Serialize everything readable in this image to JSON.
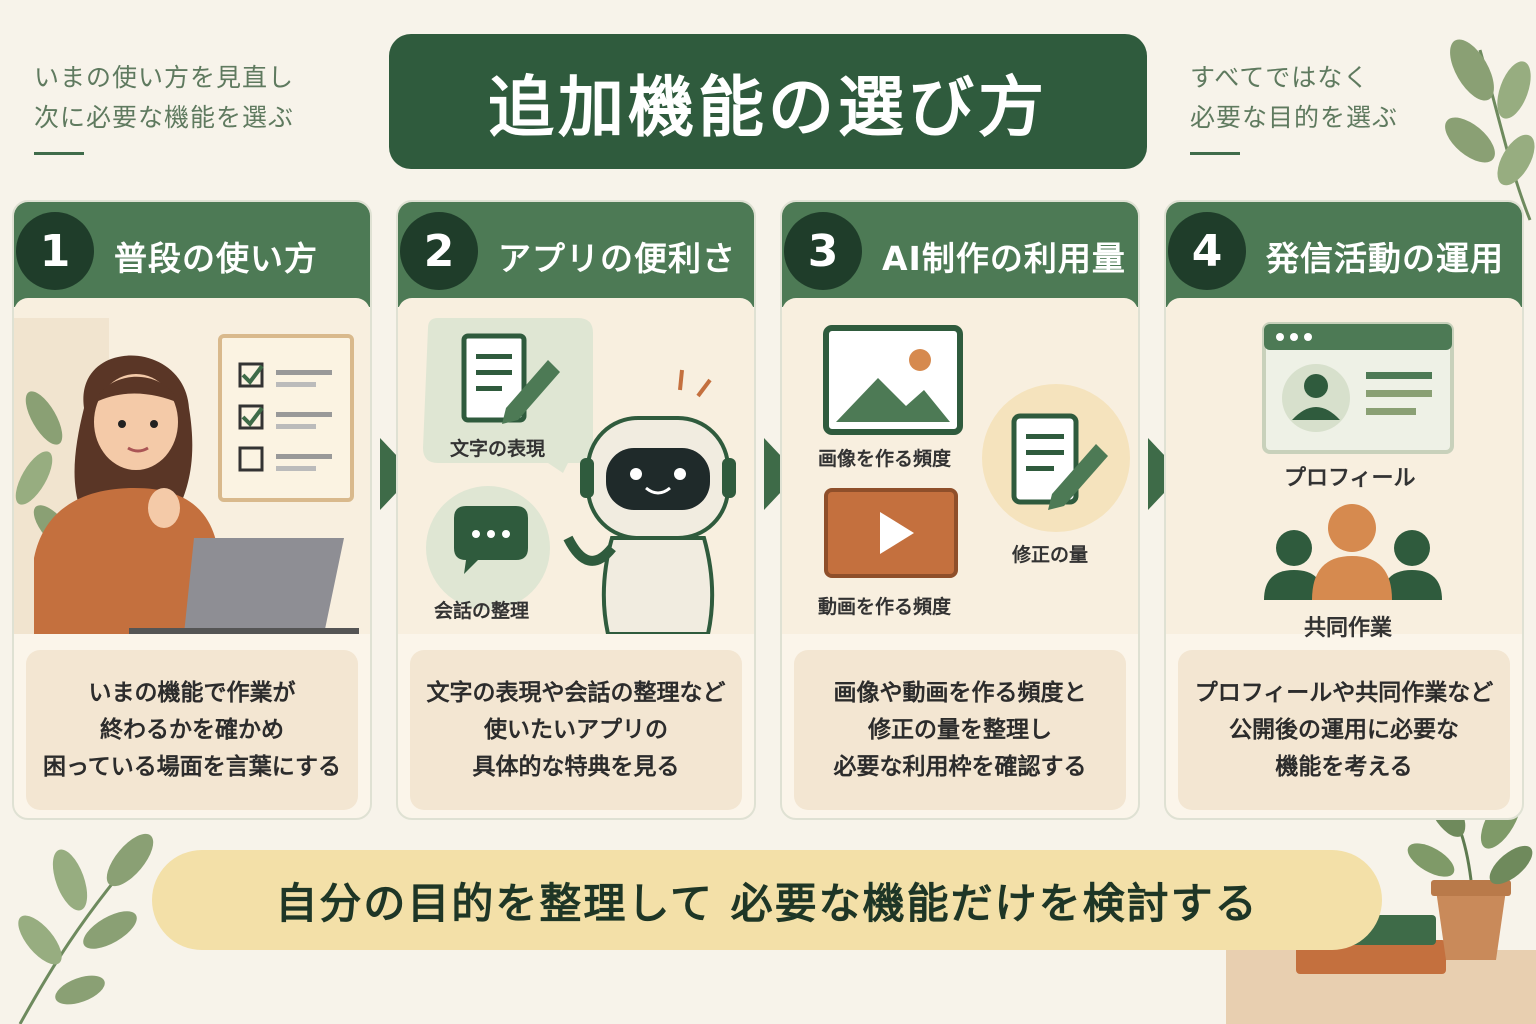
{
  "title": "追加機能の選び方",
  "note_left": [
    "いまの使い方を見直し",
    "次に必要な機能を選ぶ"
  ],
  "note_right": [
    "すべてではなく",
    "必要な目的を選ぶ"
  ],
  "colors": {
    "primary": "#2f5b3d",
    "header": "#4d7a55",
    "accent": "#c97a44",
    "band": "#f3e0a8"
  },
  "cards": [
    {
      "num": "1",
      "title": "普段の使い方",
      "desc": [
        "いまの機能で作業が",
        "終わるかを確かめ",
        "困っている場面を言葉にする"
      ],
      "icons": [
        "woman-laptop-icon",
        "checklist-icon"
      ]
    },
    {
      "num": "2",
      "title": "アプリの便利さ",
      "labels": [
        "文字の表現",
        "会話の整理"
      ],
      "desc": [
        "文字の表現や会話の整理など",
        "使いたいアプリの",
        "具体的な特典を見る"
      ],
      "icons": [
        "document-pen-icon",
        "chat-bubble-icon",
        "robot-icon"
      ]
    },
    {
      "num": "3",
      "title": "AI制作の利用量",
      "labels": [
        "画像を作る頻度",
        "修正の量",
        "動画を作る頻度"
      ],
      "desc": [
        "画像や動画を作る頻度と",
        "修正の量を整理し",
        "必要な利用枠を確認する"
      ],
      "icons": [
        "image-icon",
        "video-play-icon",
        "document-edit-icon"
      ]
    },
    {
      "num": "4",
      "title": "発信活動の運用",
      "labels": [
        "プロフィール",
        "共同作業"
      ],
      "desc": [
        "プロフィールや共同作業など",
        "公開後の運用に必要な",
        "機能を考える"
      ],
      "icons": [
        "profile-window-icon",
        "team-icon"
      ]
    }
  ],
  "bottom": "自分の目的を整理して 必要な機能だけを検討する"
}
